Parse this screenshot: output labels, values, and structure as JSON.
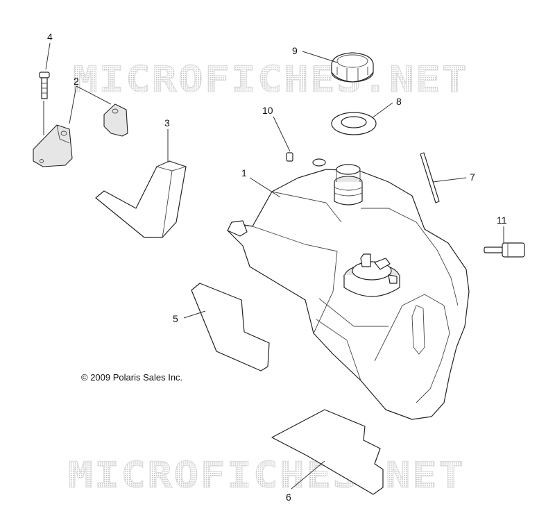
{
  "watermark": {
    "top": "MICROFICHES.NET",
    "bottom": "MICROFICHES.NET"
  },
  "copyright": "© 2009 Polaris Sales Inc.",
  "callouts": [
    {
      "id": "1",
      "label": "1"
    },
    {
      "id": "2",
      "label": "2"
    },
    {
      "id": "3",
      "label": "3"
    },
    {
      "id": "4",
      "label": "4"
    },
    {
      "id": "5",
      "label": "5"
    },
    {
      "id": "6",
      "label": "6"
    },
    {
      "id": "7",
      "label": "7"
    },
    {
      "id": "8",
      "label": "8"
    },
    {
      "id": "9",
      "label": "9"
    },
    {
      "id": "10",
      "label": "10"
    },
    {
      "id": "11",
      "label": "11"
    }
  ]
}
